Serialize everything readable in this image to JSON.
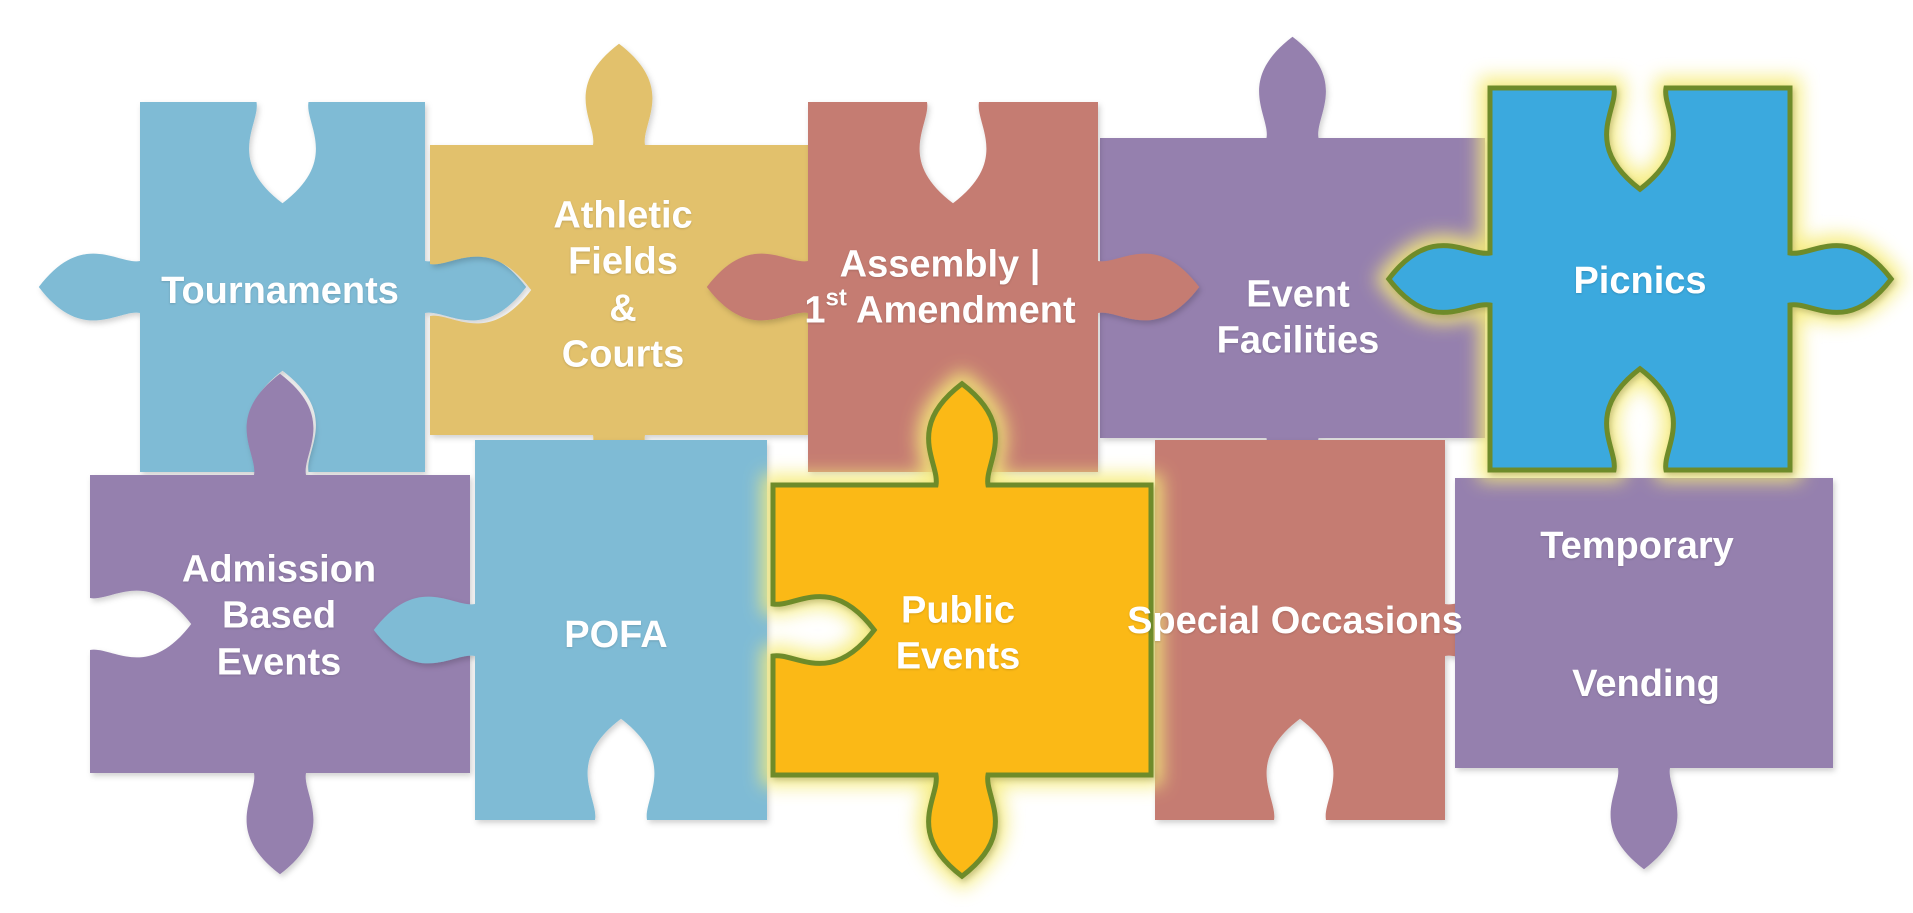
{
  "colors": {
    "blue": "#7fbbd5",
    "gold": "#e2c16c",
    "rose": "#c57b72",
    "purple": "#9580ae",
    "highlight_blue": "#3aa9de",
    "highlight_gold": "#fbb917",
    "highlight_outline": "#6e8b2a",
    "glow": "#f6ec7a",
    "label": "#ffffff"
  },
  "pieces": {
    "tournaments": {
      "lines": [
        "Tournaments"
      ],
      "color": "blue"
    },
    "athletic": {
      "lines": [
        "Athletic",
        "Fields",
        "&",
        "Courts"
      ],
      "color": "gold"
    },
    "assembly": {
      "line1": "Assembly |",
      "num": "1",
      "sup": "st",
      "word": " Amendment",
      "color": "rose"
    },
    "event_facilities": {
      "lines": [
        "Event",
        "Facilities"
      ],
      "color": "purple"
    },
    "picnics": {
      "lines": [
        "Picnics"
      ],
      "color": "highlight_blue",
      "highlighted": true
    },
    "admission": {
      "lines": [
        "Admission",
        "Based",
        "Events"
      ],
      "color": "purple"
    },
    "pofa": {
      "lines": [
        "POFA"
      ],
      "color": "blue"
    },
    "public_events": {
      "lines": [
        "Public",
        "Events"
      ],
      "color": "highlight_gold",
      "highlighted": true
    },
    "special_occasions": {
      "lines": [
        "Special Occasions"
      ],
      "color": "rose"
    },
    "temporary_vending": {
      "lines": [
        "Temporary",
        "Vending"
      ],
      "color": "purple"
    }
  }
}
